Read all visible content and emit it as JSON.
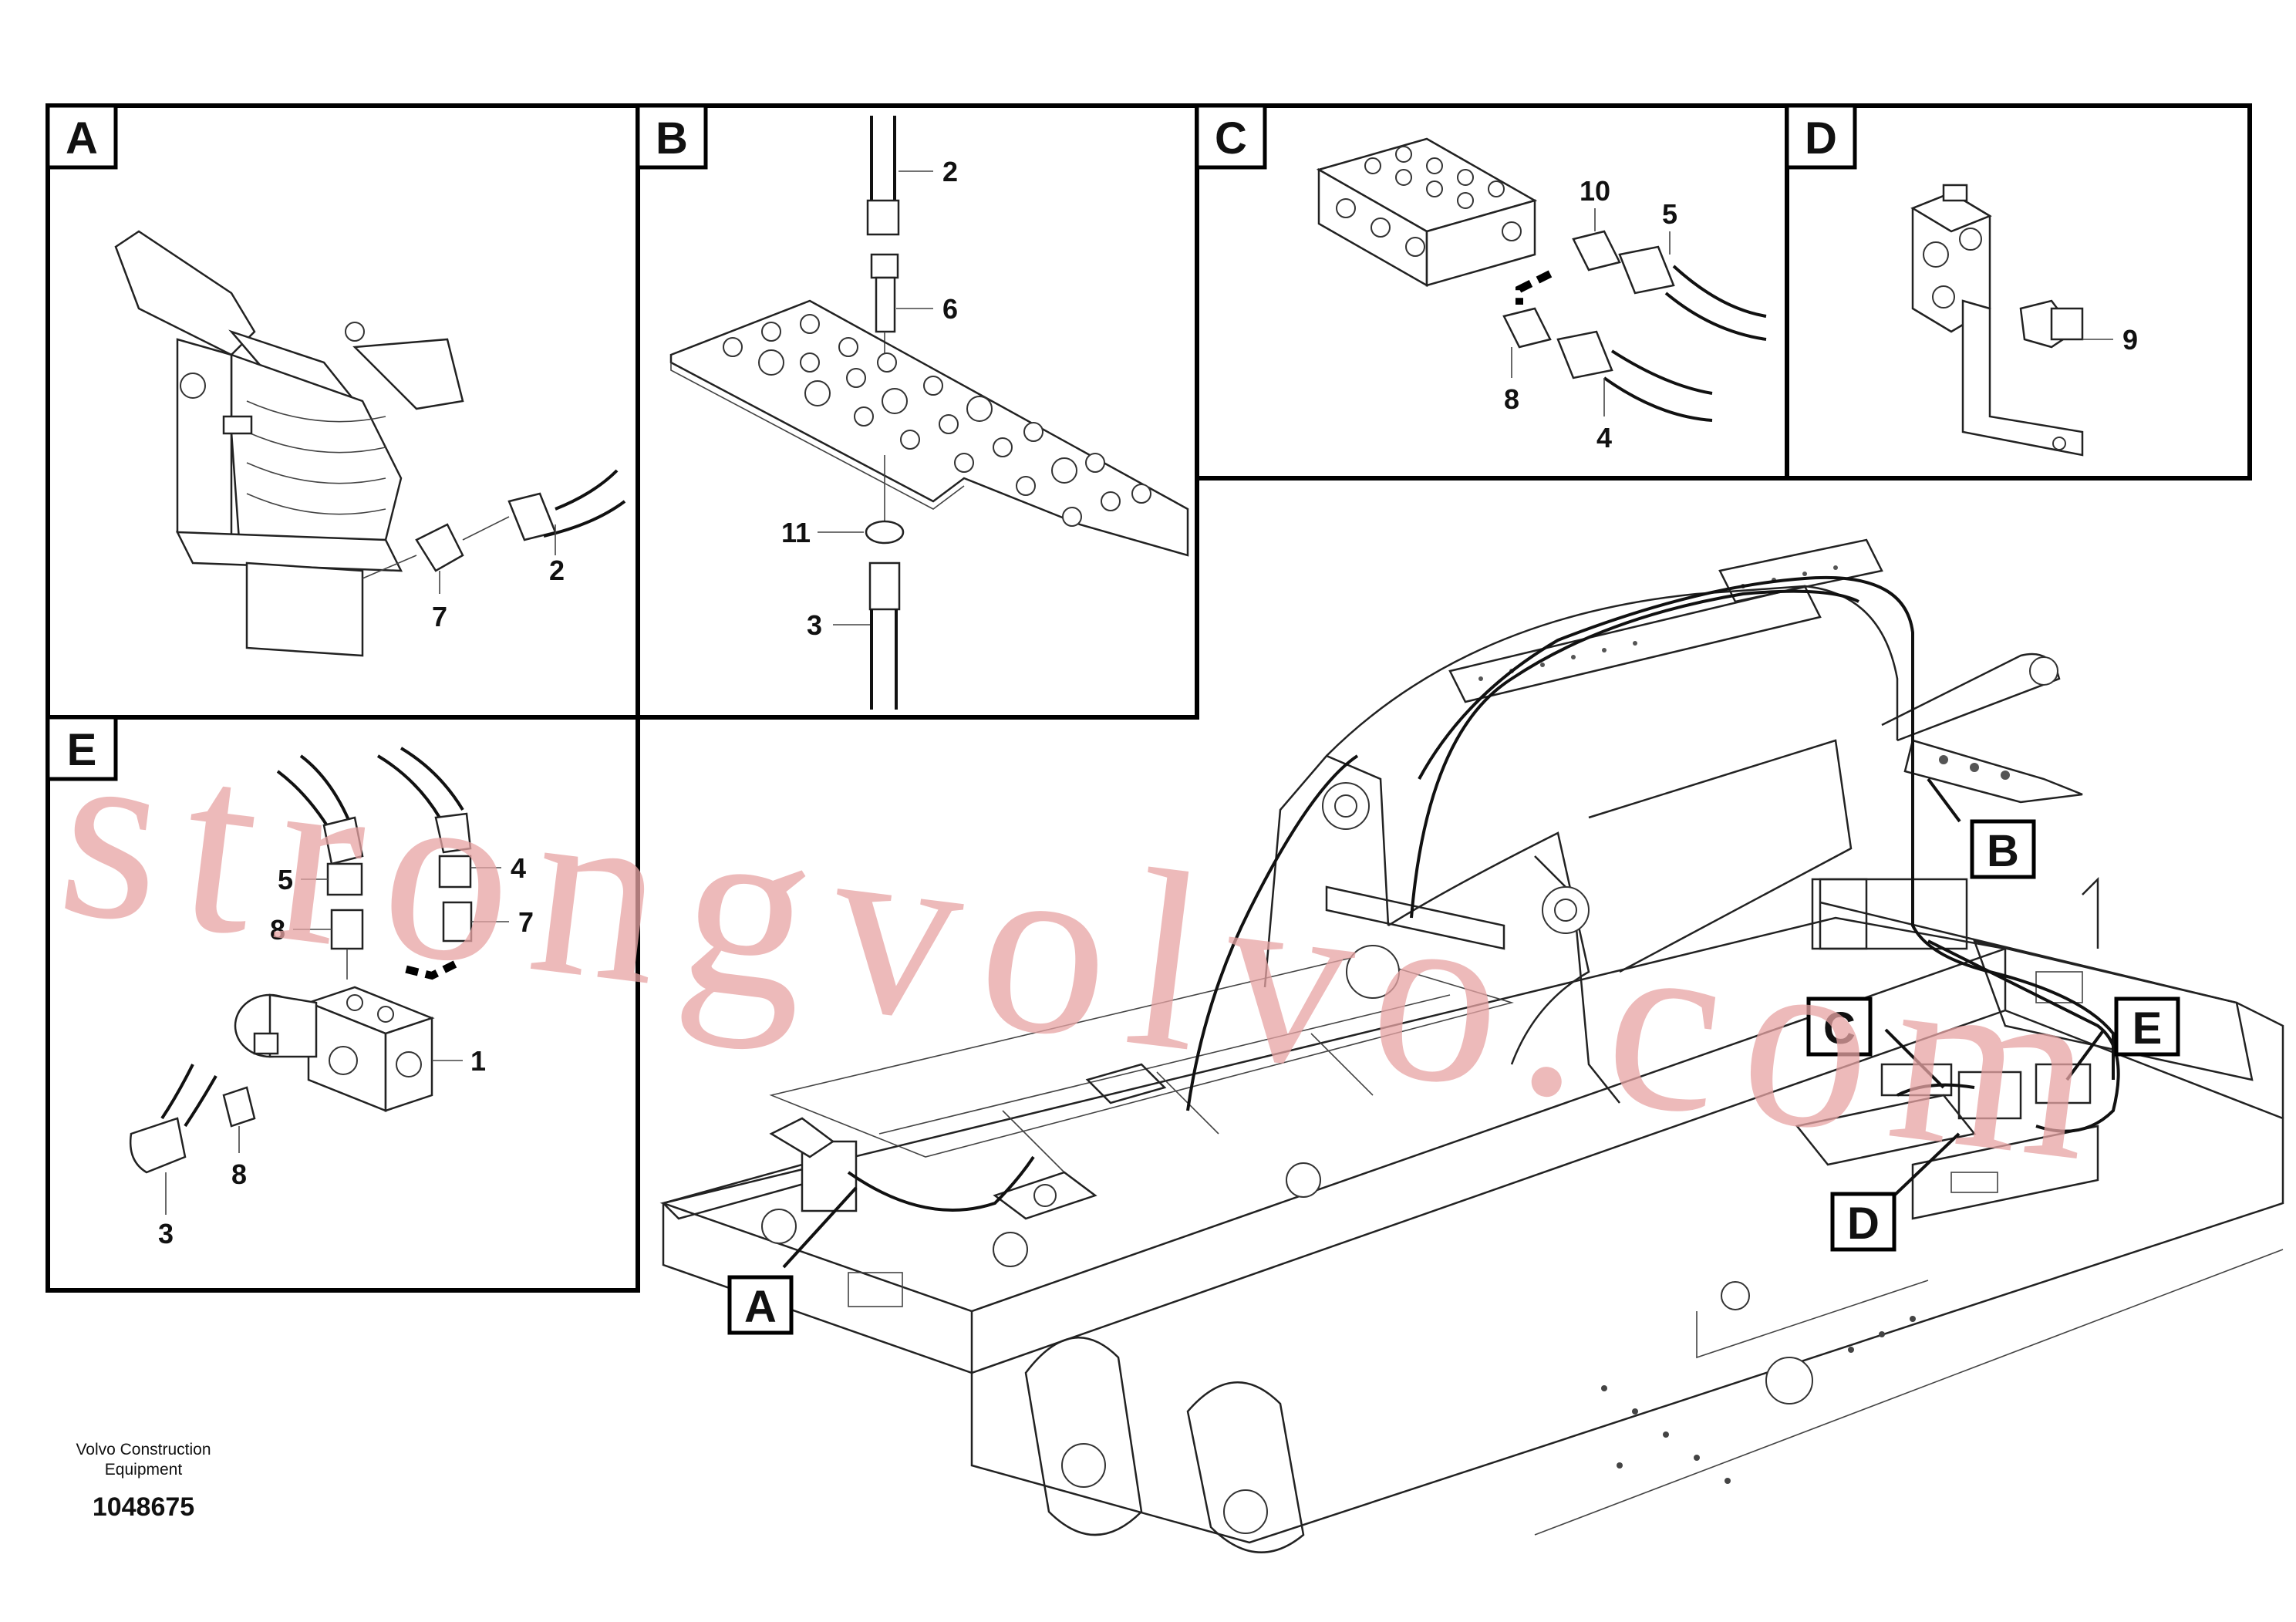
{
  "panels": [
    {
      "id": "A",
      "parts": [
        "2",
        "7"
      ]
    },
    {
      "id": "B",
      "parts": [
        "2",
        "6",
        "11",
        "3"
      ]
    },
    {
      "id": "C",
      "parts": [
        "10",
        "5",
        "8",
        "4"
      ]
    },
    {
      "id": "D",
      "parts": [
        "9"
      ]
    },
    {
      "id": "E",
      "parts": [
        "5",
        "4",
        "8",
        "7",
        "1",
        "8",
        "3"
      ]
    }
  ],
  "callouts": [
    "A",
    "B",
    "C",
    "D",
    "E"
  ],
  "footer": {
    "company_line1": "Volvo Construction",
    "company_line2": "Equipment",
    "drawing_number": "1048675"
  },
  "watermark": "strongvolvo.com"
}
